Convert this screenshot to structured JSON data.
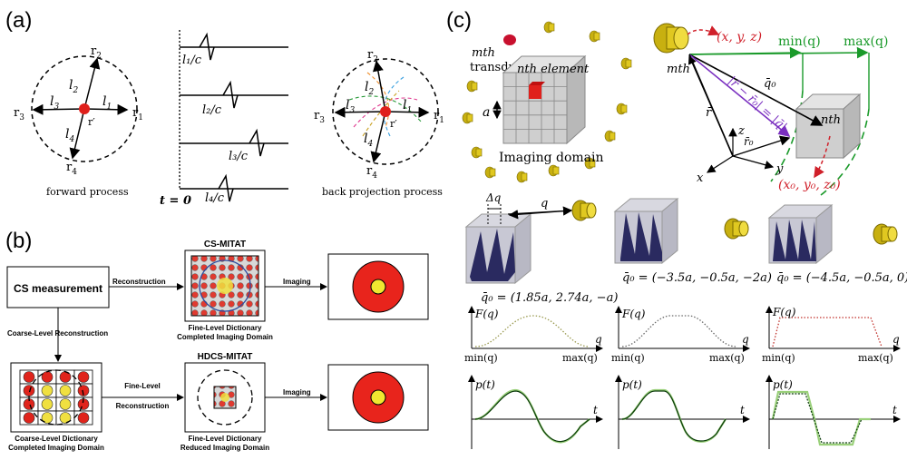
{
  "panel_a": {
    "label": "(a)",
    "r1": "r",
    "r1_sub": "1",
    "r2": "r",
    "r2_sub": "2",
    "r3": "r",
    "r3_sub": "3",
    "r4": "r",
    "r4_sub": "4",
    "l1": "l",
    "l1_sub": "1",
    "l2": "l",
    "l2_sub": "2",
    "l3": "l",
    "l3_sub": "3",
    "l4": "l",
    "l4_sub": "4",
    "rprime": "r′",
    "forward_caption": "forward process",
    "back_caption": "back projection process",
    "t0": "t = 0",
    "sig1": "l₁/c",
    "sig2": "l₂/c",
    "sig3": "l₃/c",
    "sig4": "l₄/c"
  },
  "panel_b": {
    "label": "(b)",
    "cs_measurement": "CS measurement",
    "reconstruction": "Reconstruction",
    "imaging1": "Imaging",
    "imaging2": "Imaging",
    "cs_mitat": "CS-MITAT",
    "hdcs_mitat": "HDCS-MITAT",
    "coarse_level_recon": "Coarse-Level Reconstruction",
    "fine_level": "Fine-Level",
    "reconstruction2": "Reconstruction",
    "cap1_l1": "Fine-Level Dictionary",
    "cap1_l2": "Completed Imaging Domain",
    "cap2_l1": "Coarse-Level Dictionary",
    "cap2_l2": "Completed Imaging Domain",
    "cap3_l1": "Fine-Level Dictionary",
    "cap3_l2": "Reduced Imaging Domain"
  },
  "panel_c": {
    "label": "(c)",
    "mth_transducer_l1": "mth",
    "mth_transducer_l2": "transducer",
    "nth_element": "nth element",
    "a": "a",
    "imaging_domain": "Imaging domain",
    "xyz": "(x, y, z)",
    "mth": "mth",
    "minq": "min(q)",
    "maxq": "max(q)",
    "q0vec": "q̄₀",
    "rdiff": "|r̄ − r̄₀| = |q̄|",
    "rvec": "r̄",
    "r0vec": "r̄₀",
    "nth": "nth",
    "x0y0z0": "(x₀, y₀, z₀)",
    "ax_x": "x",
    "ax_y": "y",
    "ax_z": "z",
    "dq": "Δq",
    "q": "q",
    "q0_1": "q̄₀ = (1.85a, 2.74a, −a)",
    "q0_2": "q̄₀ = (−3.5a, −0.5a, −2a)",
    "q0_3": "q̄₀ = (−4.5a, −0.5a, 0)",
    "Fq": "F(q)",
    "min_q": "min(q)",
    "max_q": "max(q)",
    "q_ax": "q",
    "pt": "p(t)",
    "t_ax": "t"
  }
}
